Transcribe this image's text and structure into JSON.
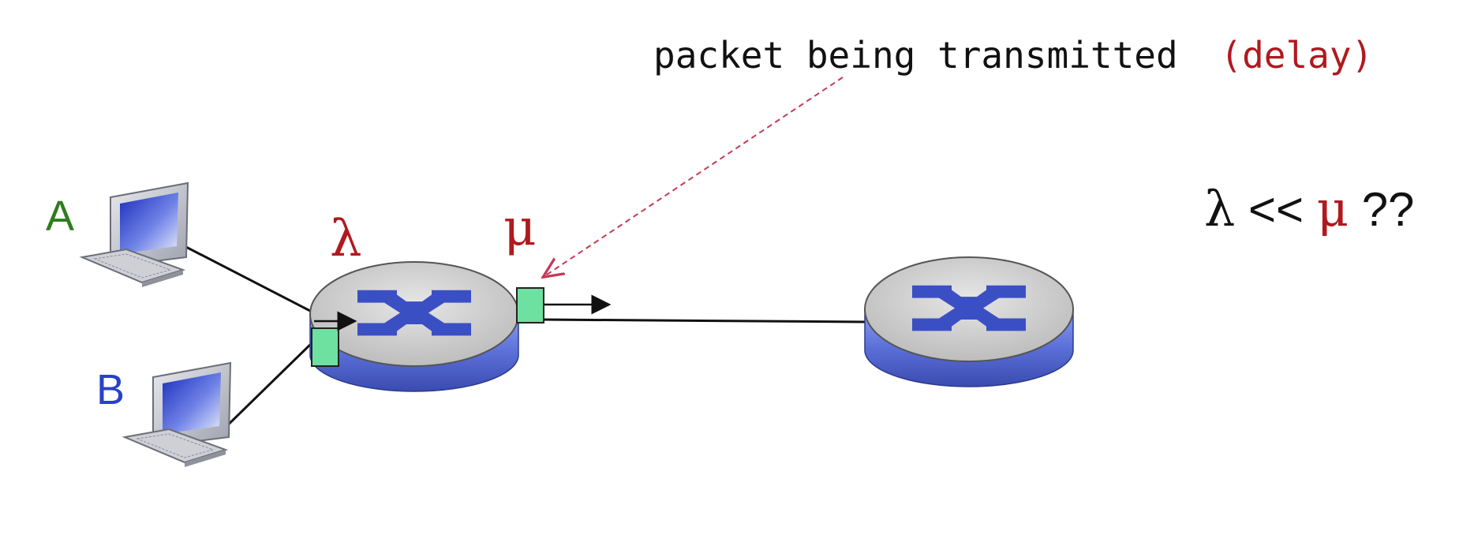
{
  "annotation": {
    "main_text": "packet being transmitted",
    "highlight_text": "(delay)"
  },
  "hosts": [
    {
      "label": "A",
      "color": "#2e7d1e"
    },
    {
      "label": "B",
      "color": "#2742c8"
    }
  ],
  "router_left": {
    "input_rate_symbol": "λ",
    "output_rate_symbol": "μ"
  },
  "rate_question": {
    "lambda": "λ",
    "operator": "<<",
    "mu": "μ",
    "suffix": " ??"
  },
  "colors": {
    "accent_red": "#b0191e",
    "packet_fill": "#6ee0a0",
    "router_body": "#5a6fd8",
    "router_top": "#d4d4d4",
    "router_cross": "#3b4fc4",
    "line": "#111111"
  },
  "icons": [
    "desktop-computer-icon",
    "router-icon",
    "packet-icon",
    "arrow-icon"
  ]
}
